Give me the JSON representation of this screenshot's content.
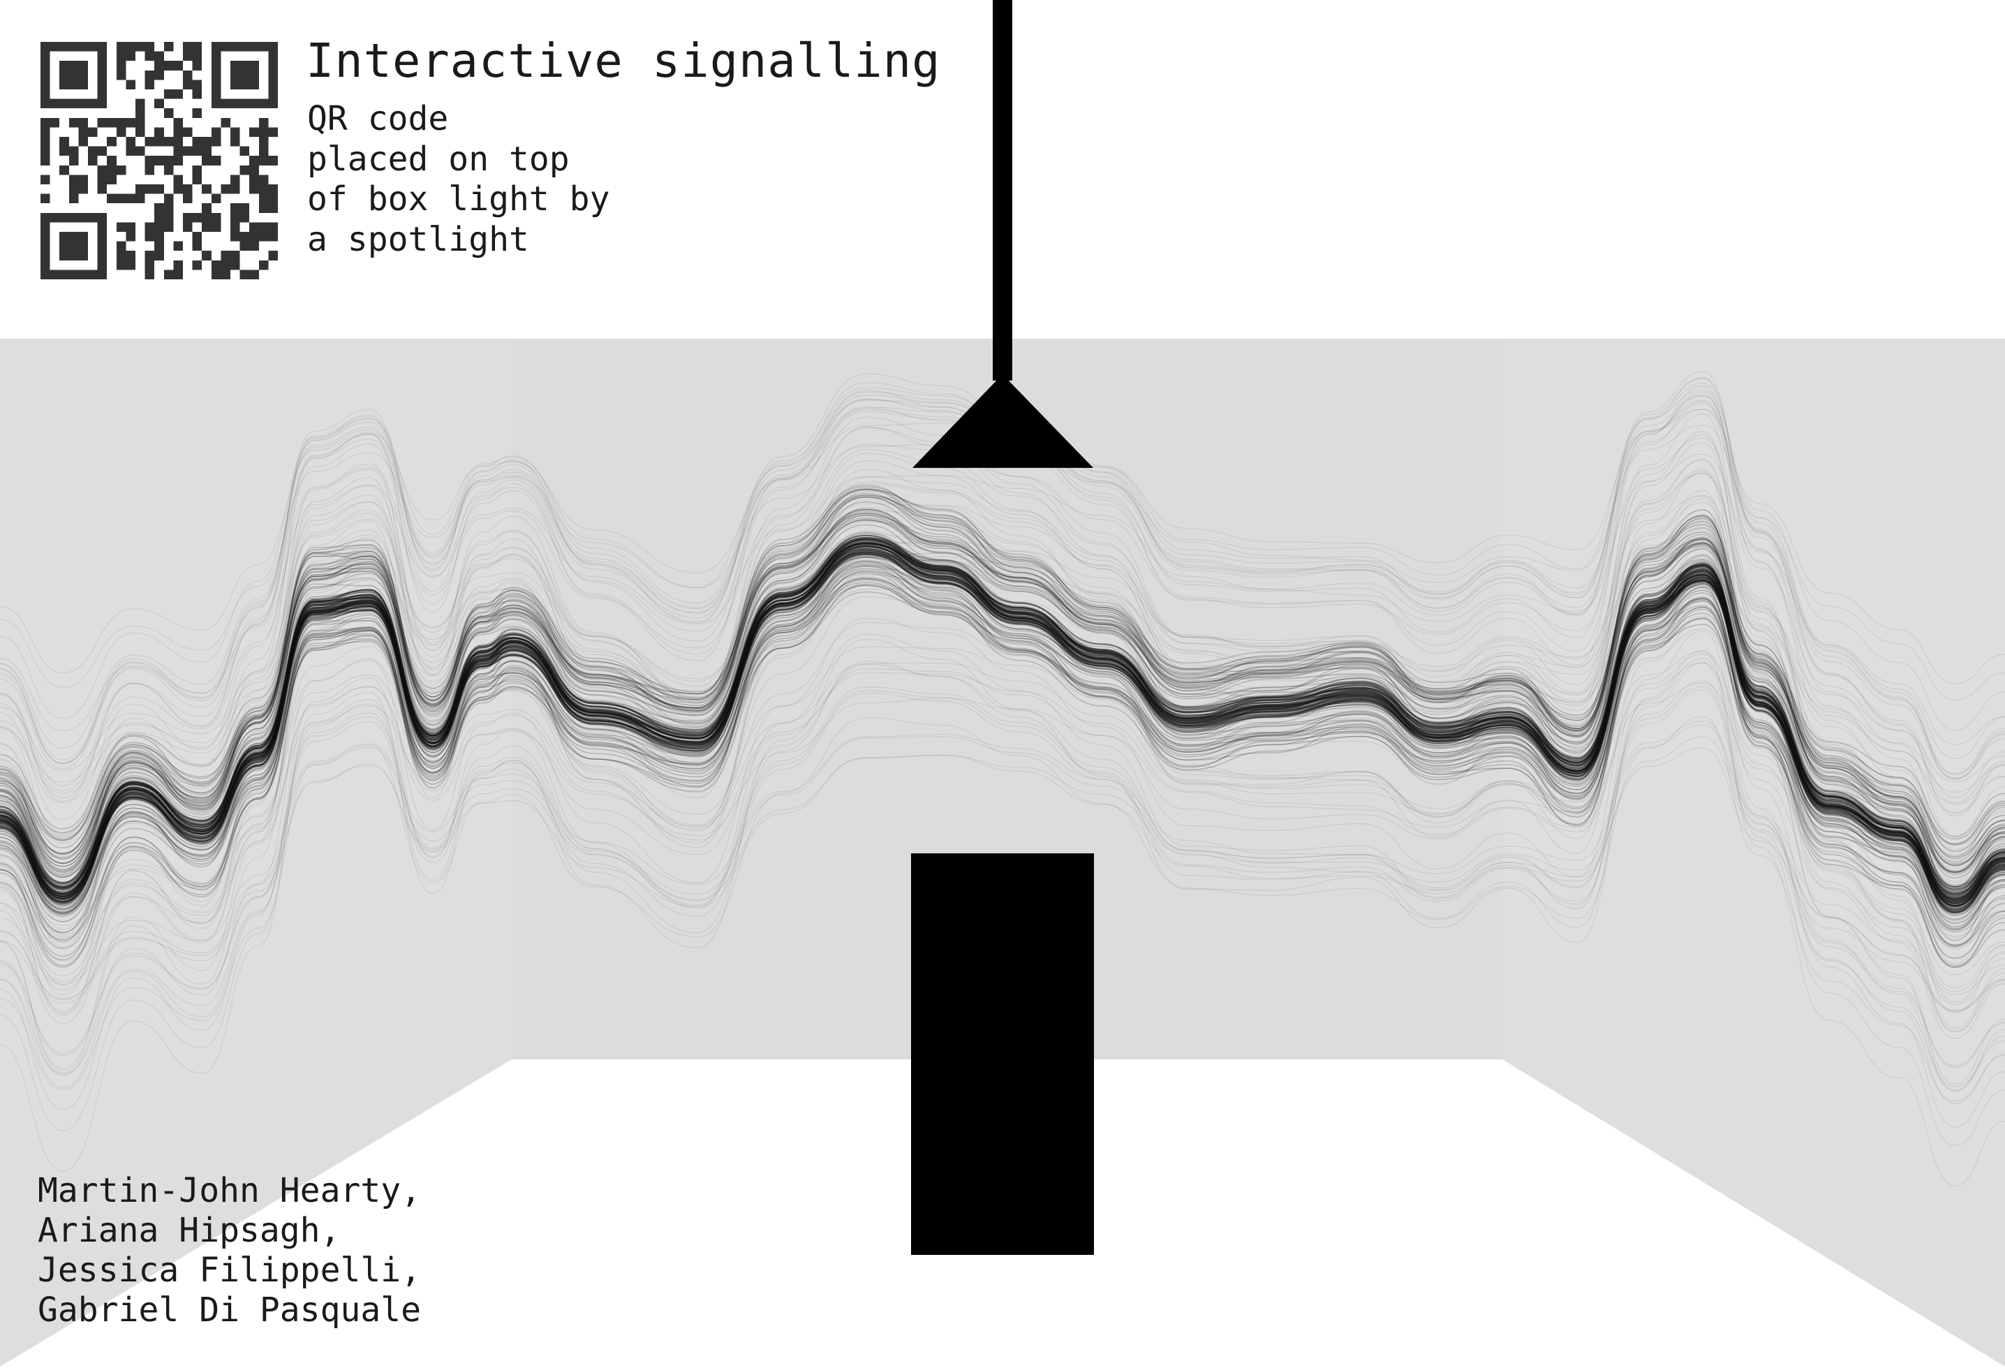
{
  "poster": {
    "title": "Interactive signalling",
    "description": "QR code\nplaced on top\nof box light by\na spotlight",
    "credits": "Martin-John Hearty,\nAriana Hipsagh,\nJessica Filippelli,\nGabriel Di Pasquale"
  },
  "graphics": {
    "qr_code": "qr-code",
    "spotlight": "spotlight-icon",
    "light_box": "light-box",
    "room": "gallery-room-walls",
    "projection": "waveform-projection"
  },
  "colors": {
    "background": "#ffffff",
    "wall": "#dedede",
    "ink": "#111111",
    "text": "#1a1a1a"
  }
}
